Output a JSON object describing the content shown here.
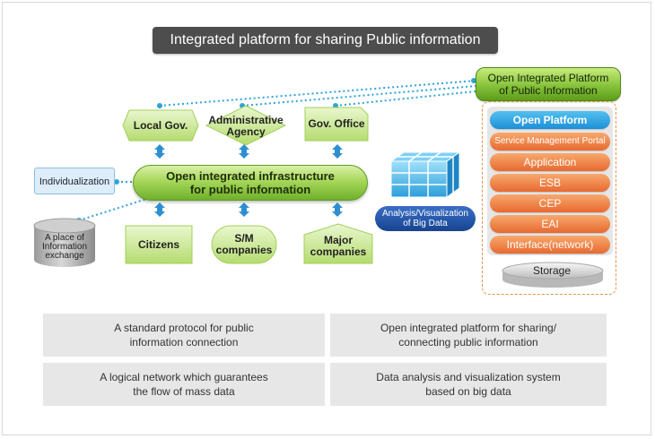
{
  "title": "Integrated platform for sharing Public information",
  "top_nodes": {
    "local_gov": "Local Gov.",
    "admin_agency_line1": "Administrative",
    "admin_agency_line2": "Agency",
    "gov_office": "Gov. Office"
  },
  "center": {
    "line1": "Open integrated infrastructure",
    "line2": "for public information"
  },
  "individualization": "Individualization",
  "info_exchange": {
    "line1": "A place of",
    "line2": "Information",
    "line3": "exchange"
  },
  "bottom_nodes": {
    "citizens": "Citizens",
    "sm_line1": "S/M",
    "sm_line2": "companies",
    "major_line1": "Major",
    "major_line2": "companies"
  },
  "analysis": {
    "line1": "Analysis/Visualization",
    "line2": "of Big Data"
  },
  "open_platform": {
    "title_line1": "Open Integrated Platform",
    "title_line2": "of Public Information",
    "layers": [
      "Open Platform",
      "Service Management Portal",
      "Application",
      "ESB",
      "CEP",
      "EAI",
      "Interface(network)"
    ],
    "storage": "Storage"
  },
  "info_boxes": [
    {
      "line1": "A standard protocol for public",
      "line2": "information connection"
    },
    {
      "line1": "Open integrated platform for sharing/",
      "line2": "connecting public information"
    },
    {
      "line1": "A logical network which guarantees",
      "line2": "the flow of mass data"
    },
    {
      "line1": "Data analysis and visualization system",
      "line2": "based on big data"
    }
  ],
  "colors": {
    "green_light": "#d9f1a6",
    "green_mid": "#8cc63f",
    "green_dark": "#5d9d1b",
    "orange": "#e8692f",
    "blue": "#1d8fd6",
    "navy": "#17448f",
    "dots": "#2fa3d6"
  }
}
